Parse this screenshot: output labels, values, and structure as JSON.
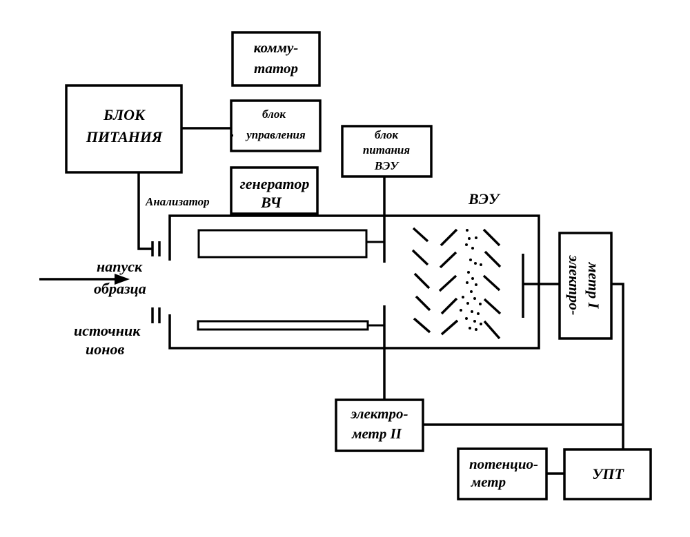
{
  "diagram": {
    "labels": {
      "kommutator_1": "комму-",
      "kommutator_2": "татор",
      "blok_pitaniya_1": "БЛОК",
      "blok_pitaniya_2": "ПИТАНИЯ",
      "blok_upravleniya_1": "блок",
      "blok_upravleniya_2": "управления",
      "blok_pitaniya_veu_1": "блок",
      "blok_pitaniya_veu_2": "питания",
      "blok_pitaniya_veu_3": "ВЭУ",
      "generator_1": "генератор",
      "generator_2": "ВЧ",
      "analizator": "Анализатор",
      "veu": "ВЭУ",
      "napusk_1": "напуск",
      "napusk_2": "образца",
      "istochnik_1": "источник",
      "istochnik_2": "ионов",
      "elektrometr1_1": "электро-",
      "elektrometr1_2": "метр I",
      "elektrometr2_1": "электро-",
      "elektrometr2_2": "метр II",
      "potenciometr_1": "потенцио-",
      "potenciometr_2": "метр",
      "upt": "УПТ"
    }
  }
}
